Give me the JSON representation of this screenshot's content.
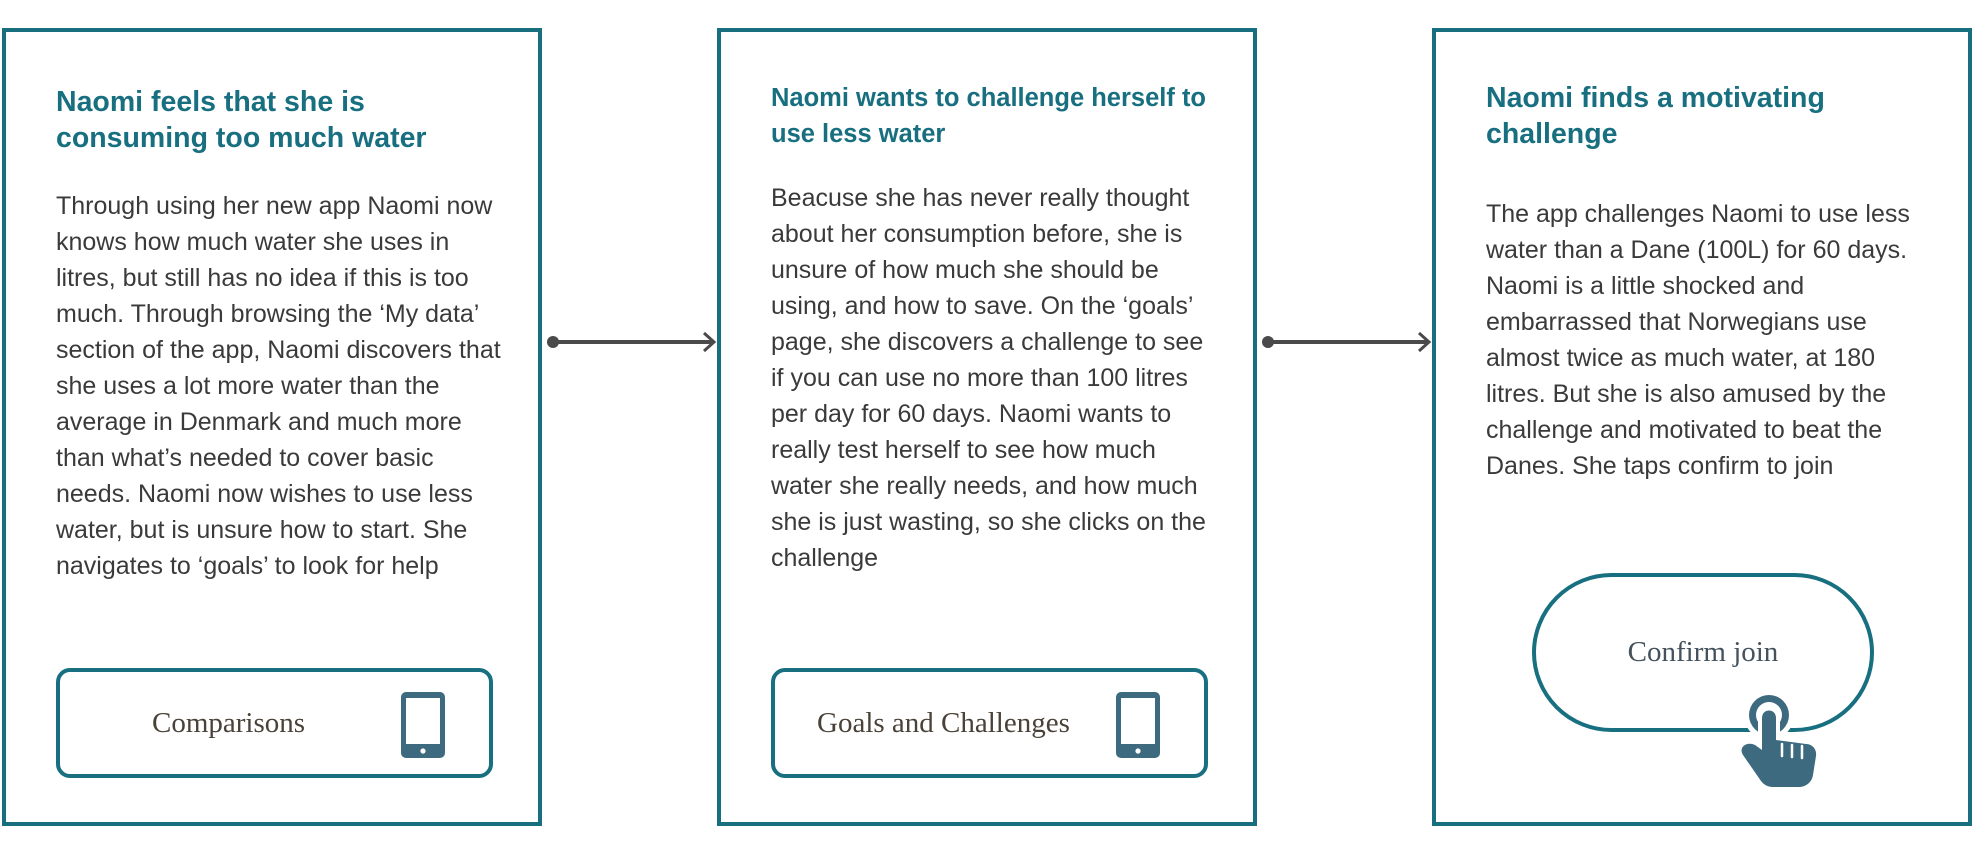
{
  "colors": {
    "border": "#186f80",
    "title": "#186f80",
    "body_text": "#3a3a3a",
    "connector": "#4a4a4a",
    "icon": "#3e6a80",
    "icon_screen": "#ffffff"
  },
  "steps": [
    {
      "title": "Naomi feels that she is consuming too much water",
      "body": "Through using her new app Naomi now knows how much water she uses in litres, but still has no idea if this is too much. Through browsing the ‘My data’ section of the app, Naomi discovers that she uses a lot more water than the average in Denmark and much more than what’s needed to cover basic needs. Naomi now wishes to use less water, but is unsure how to start. She navigates to ‘goals’ to look for help",
      "screen": {
        "label": "Comparisons",
        "icon": "smartphone-icon"
      }
    },
    {
      "title": "Naomi wants to challenge herself to use less water",
      "body": "Beacuse she has never really thought about her consumption before, she is unsure of how much she should be using, and how to save. On the ‘goals’ page, she discovers a challenge to see if you can use no more than 100 litres per day for 60 days. Naomi wants to really test herself to see how much water she really needs, and how much she is just wasting, so she clicks on the challenge",
      "screen": {
        "label": "Goals and Challenges",
        "icon": "smartphone-icon"
      }
    },
    {
      "title": "Naomi finds a motivating challenge",
      "body": "The app challenges Naomi to use less water than a Dane (100L) for 60 days. Naomi is a little shocked and embarrassed that Norwegians use almost twice as much water, at 180 litres. But she is also amused by the challenge and motivated to beat the Danes. She taps confirm to join",
      "action": {
        "label": "Confirm join",
        "icon": "tap-hand-icon"
      }
    }
  ]
}
